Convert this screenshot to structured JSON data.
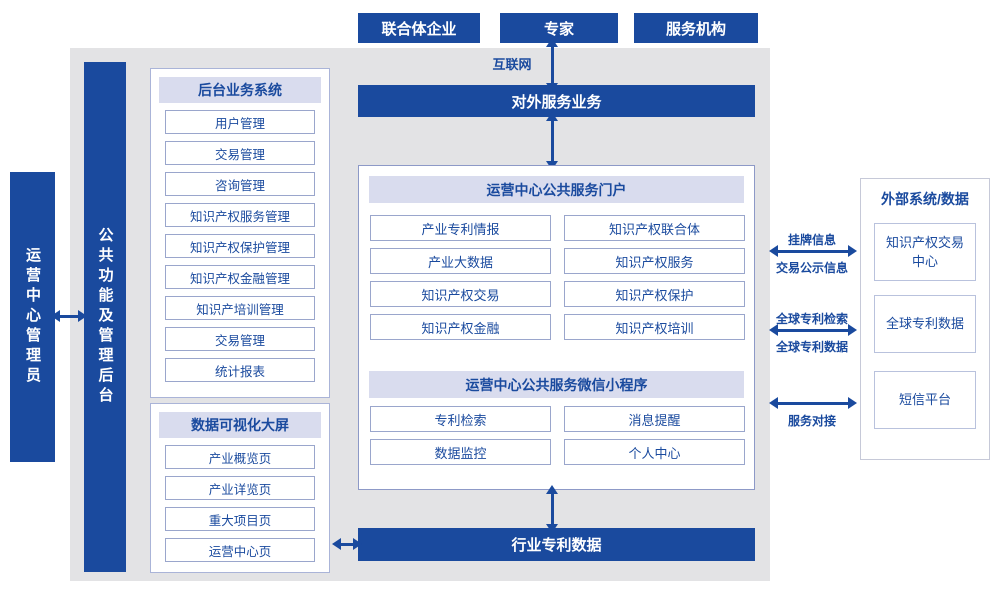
{
  "colors": {
    "primary_blue": "#1a4a9e",
    "panel_gray": "#e3e3e5",
    "header_lavender": "#d9dcee",
    "item_border": "#9aa6cc",
    "text_on_blue": "#ffffff"
  },
  "top_actors": [
    "联合体企业",
    "专家",
    "服务机构"
  ],
  "labels": {
    "internet": "互联网",
    "external_service": "对外服务业务",
    "admin": "运营中心管理员",
    "backend_bar": "公共功能及管理后台",
    "industry_patent_data": "行业专利数据"
  },
  "backend_system": {
    "title": "后台业务系统",
    "items": [
      "用户管理",
      "交易管理",
      "咨询管理",
      "知识产权服务管理",
      "知识产权保护管理",
      "知识产权金融管理",
      "知识产培训管理",
      "交易管理",
      "统计报表"
    ]
  },
  "data_screen": {
    "title": "数据可视化大屏",
    "items": [
      "产业概览页",
      "产业详览页",
      "重大项目页",
      "运营中心页"
    ]
  },
  "portal": {
    "title": "运营中心公共服务门户",
    "items": [
      "产业专利情报",
      "知识产权联合体",
      "产业大数据",
      "知识产权服务",
      "知识产权交易",
      "知识产权保护",
      "知识产权金融",
      "知识产权培训"
    ]
  },
  "miniprogram": {
    "title": "运营中心公共服务微信小程序",
    "items": [
      "专利检索",
      "消息提醒",
      "数据监控",
      "个人中心"
    ]
  },
  "external_systems": {
    "title": "外部系统/数据",
    "items": [
      "知识产权交易中心",
      "全球专利数据",
      "短信平台"
    ]
  },
  "links": {
    "listing_info": "挂牌信息",
    "transaction_publicity": "交易公示信息",
    "global_patent_search": "全球专利检索",
    "global_patent_data": "全球专利数据",
    "service_integration": "服务对接"
  }
}
